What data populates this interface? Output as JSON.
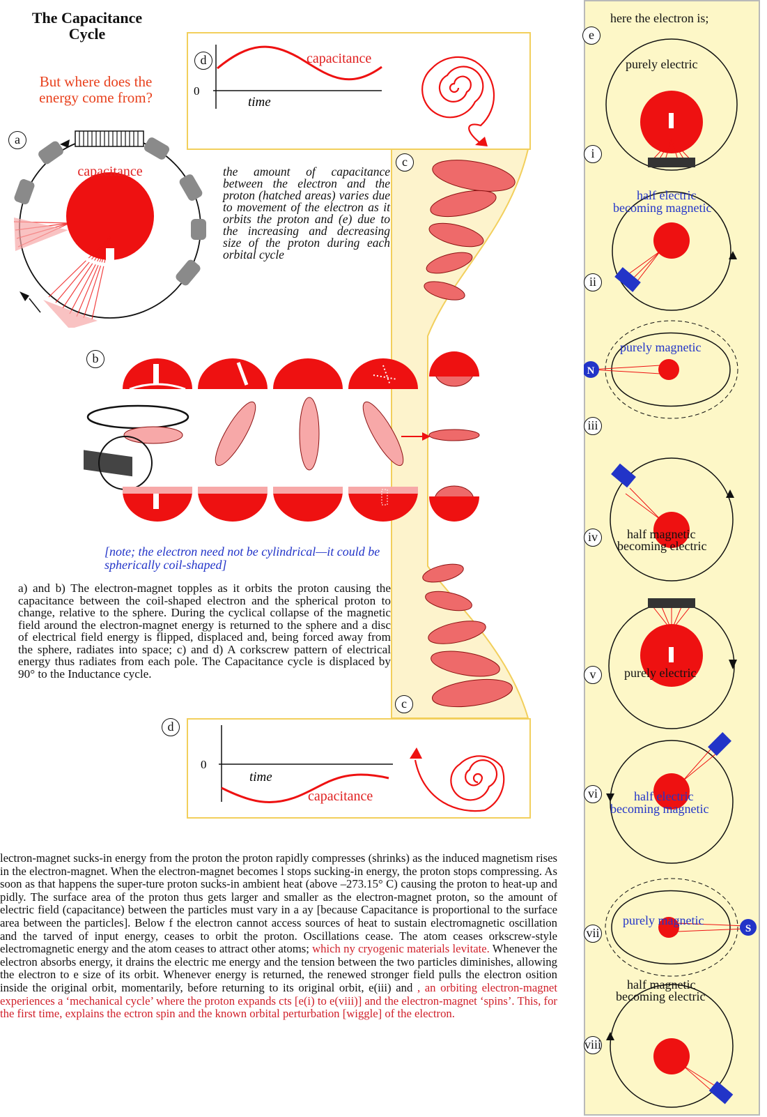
{
  "title": "The Capacitance Cycle",
  "question": "But where does the energy come from?",
  "labels": {
    "a": "a",
    "b": "b",
    "c": "c",
    "d": "d",
    "e": "e"
  },
  "panel_a": {
    "capacitance": "capacitance"
  },
  "graph_top": {
    "zero": "0",
    "time": "time",
    "capacitance": "capacitance"
  },
  "graph_bottom": {
    "zero": "0",
    "time": "time",
    "capacitance": "capacitance"
  },
  "italic_paragraph": "the amount of capacitance between the electron and the proton (hatched areas) varies due to movement of the electron as it orbits the proton and (e) due to the increasing and decreasing size of the proton during each orbital cycle",
  "note": "[note; the electron need not be cylindrical—it could be spherically coil-shaped]",
  "caption": "a) and b) The electron-magnet topples as it orbits the proton causing the capacitance between the coil-shaped electron and the spherical proton to change, relative to the sphere. During the cyclical collapse of the magnetic field around the electron-magnet energy is returned to the sphere and a disc of electrical field energy is flipped, displaced and, being forced away from the sphere, radiates into space; c) and d) A corkscrew pattern of electrical energy thus radiates from each pole. The Capacitance cycle is displaced by 90° to the Inductance cycle.",
  "body": {
    "p1": "lectron-magnet sucks-in energy from the proton the proton rapidly compresses (shrinks) as the induced magnetism rises in the electron-magnet. When the electron-magnet becomes l stops sucking-in energy, the proton stops compressing. As soon as that happens the super-ture proton sucks-in ambient heat (above –273.15° C) causing the proton to heat-up and pidly. The surface area of the proton thus gets larger and smaller as the electron-magnet proton, so the amount of electric field (capacitance) between the particles must vary in a ay [because Capacitance is proportional to the surface area between the particles]. Below f the electron cannot access sources of heat to sustain electromagnetic oscillation and the tarved of input energy, ceases to orbit the proton. Oscillations cease. The atom ceases orkscrew-style electromagnetic energy and the atom ceases to attract other atoms; ",
    "p1_red": "which ny cryogenic materials levitate.",
    "p2": " Whenever the electron absorbs energy, it drains the electric me energy and the tension between the two particles diminishes, allowing the electron to e size of its orbit. Whenever energy is returned, the renewed stronger field pulls the electron osition inside the original orbit, momentarily, before returning to its original orbit, e(iii) and ",
    "p2_red": ", an orbiting electron-magnet experiences a ‘mechanical cycle’ where the proton expands cts [e(i) to e(viii)] and the electron-magnet ‘spins’. This, for the first time, explains the ectron spin and the known orbital perturbation [wiggle] of the electron."
  },
  "sidebar": {
    "heading": "here the electron is;",
    "stages": [
      {
        "numeral": "i",
        "state": "purely electric"
      },
      {
        "numeral": "ii",
        "state_line1": "half electric",
        "state_line2": "becoming magnetic"
      },
      {
        "numeral": "iii",
        "state": "purely magnetic",
        "pole": "N"
      },
      {
        "numeral": "iv",
        "state_line1": "half magnetic",
        "state_line2": "becoming electric"
      },
      {
        "numeral": "v",
        "state": "purely electric"
      },
      {
        "numeral": "vi",
        "state_line1": "half electric",
        "state_line2": "becoming magnetic"
      },
      {
        "numeral": "vii",
        "state": "purely magnetic",
        "pole": "S"
      },
      {
        "numeral": "viii",
        "state_line1": "half magnetic",
        "state_line2": "becoming electric"
      }
    ]
  },
  "colors": {
    "red": "#ee1111",
    "pink": "#f7a8a8",
    "panel_border": "#f2cf5c",
    "sidebar_bg": "#fdf7c7",
    "blue": "#2234c8",
    "orange": "#e8401c"
  }
}
